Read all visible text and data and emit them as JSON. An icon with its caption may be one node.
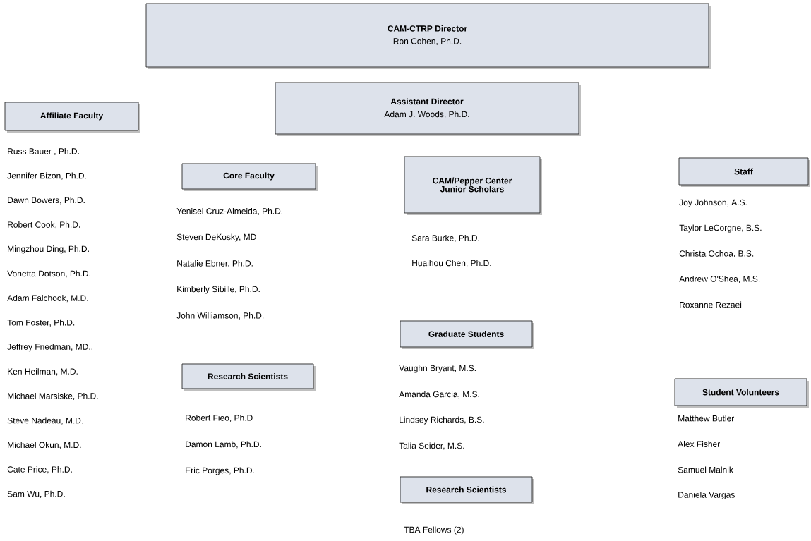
{
  "diagram": {
    "nodes": [
      {
        "text": [
          "CAM-CTRP Director",
          "Ron Cohen, Ph.D."
        ]
      },
      {
        "text": [
          "Assistant Director",
          "Adam J. Woods, Ph.D."
        ]
      },
      {
        "text": [
          "Affiliate Faculty"
        ],
        "beside": [
          "Russ Bauer , Ph.D.",
          "Jennifer Bizon, Ph.D.",
          "Dawn Bowers, Ph.D.",
          "Robert Cook, Ph.D.",
          "Mingzhou Ding, Ph.D.",
          "Vonetta Dotson, Ph.D.",
          "Adam Falchook, M.D.",
          "Tom Foster, Ph.D.",
          "Jeffrey Friedman, MD..",
          "Ken Heilman, M.D.",
          "Michael Marsiske, Ph.D.",
          "Steve Nadeau, M.D.",
          "Michael Okun, M.D.",
          "Cate Price, Ph.D.",
          "Sam Wu, Ph.D."
        ]
      },
      {
        "text": [
          "Core Faculty"
        ],
        "beside": [
          "Yenisel Cruz-Almeida, Ph.D.",
          "Steven DeKosky, MD",
          "Natalie Ebner, Ph.D.",
          "Kimberly Sibille, Ph.D.",
          "John Williamson, Ph.D."
        ]
      },
      {
        "text": [
          "CAM/Pepper Center Junior Scholars"
        ],
        "beside": [
          "Sara Burke, Ph.D.",
          "Huaihou Chen, Ph.D."
        ]
      },
      {
        "text": [
          "Staff"
        ],
        "beside": [
          "Joy Johnson, A.S.",
          "Taylor LeCorgne, B.S.",
          "Christa Ochoa, B.S.",
          "Andrew O'Shea, M.S.",
          "Roxanne Rezaei"
        ]
      },
      {
        "text": [
          "Graduate Students"
        ],
        "beside": [
          "Vaughn Bryant, M.S.",
          "Amanda Garcia, M.S.",
          "Lindsey Richards, B.S.",
          "Talia Seider, M.S."
        ]
      },
      {
        "text": [
          "Research Scientists"
        ],
        "beside": [
          "Robert Fieo, Ph.D",
          "Damon Lamb, Ph.D.",
          "Eric Porges, Ph.D."
        ]
      },
      {
        "text": [
          "Student Volunteers"
        ],
        "beside": [
          "Matthew Butler",
          "Alex Fisher",
          "Samuel Malnik",
          "Daniela Vargas"
        ]
      },
      {
        "text": [
          "Research Scientists"
        ],
        "beside": [
          "TBA Fellows (2)"
        ]
      }
    ]
  }
}
